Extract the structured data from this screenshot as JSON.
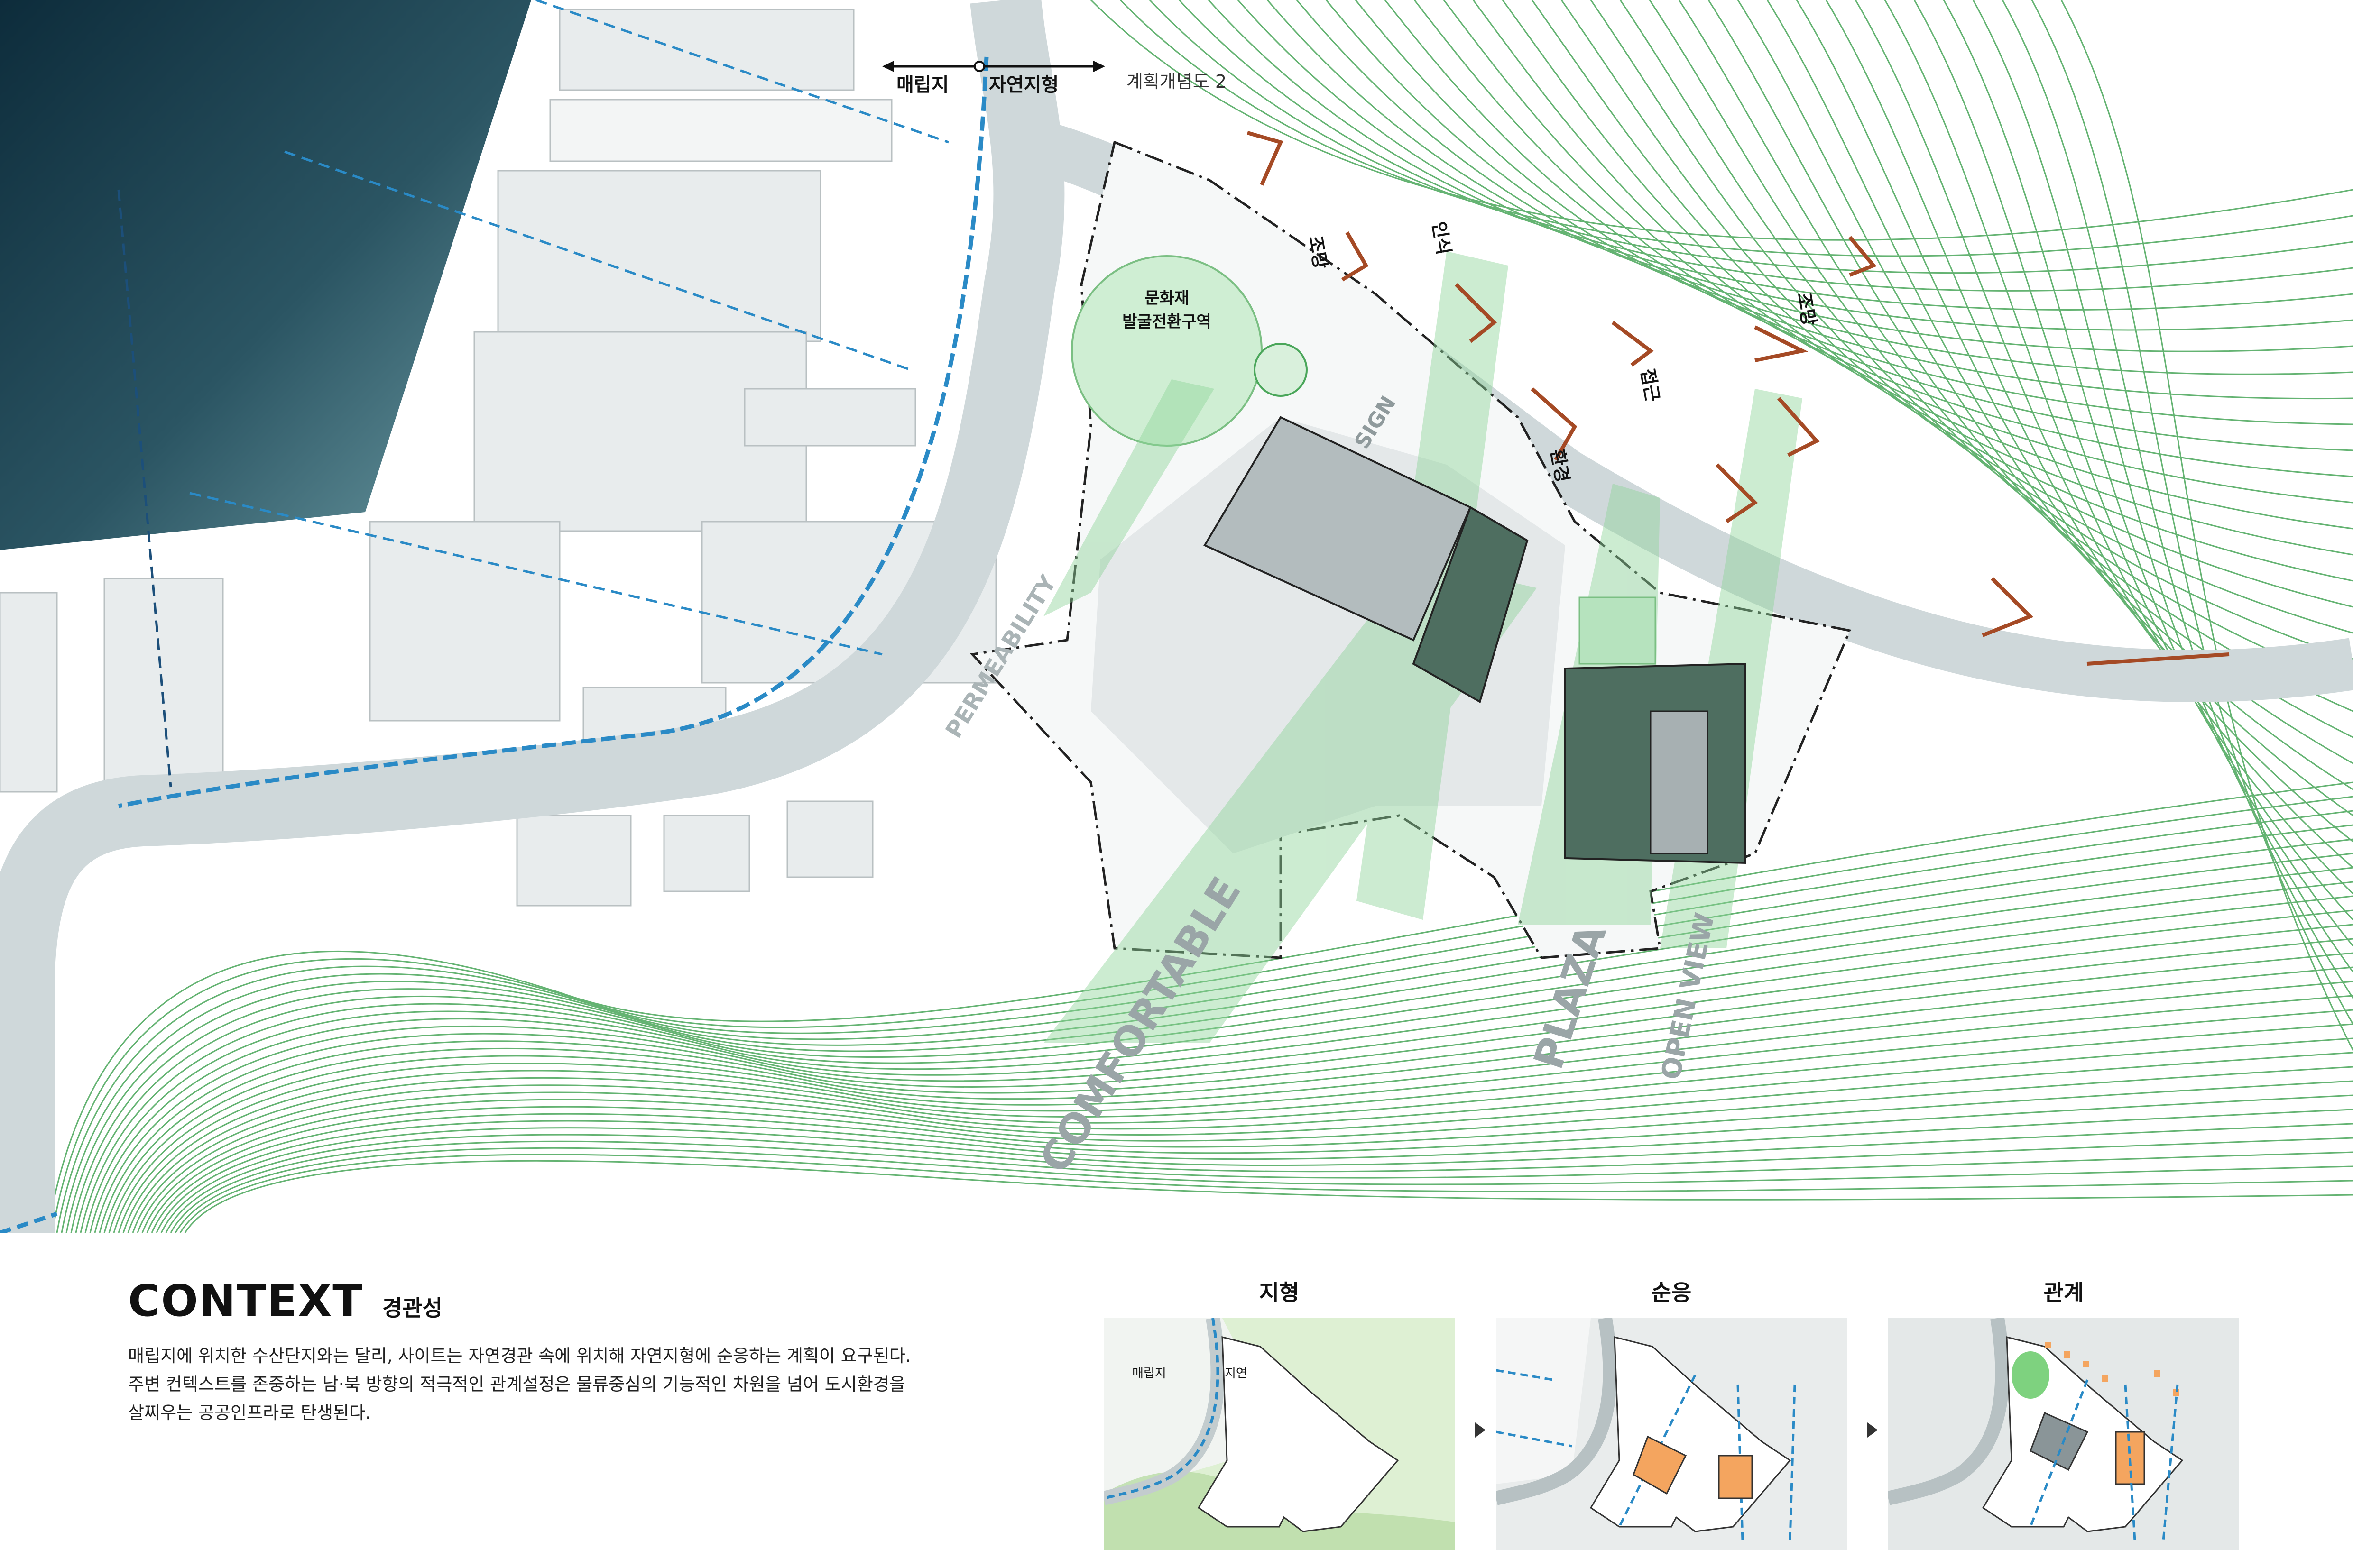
{
  "legend": {
    "left_label": "매립지",
    "right_label": "자연지형",
    "caption": "계획개념도 2"
  },
  "plan_labels": {
    "heritage_zone": [
      "문화재",
      "발굴전환구역"
    ],
    "paths": [
      "PERMEABILITY",
      "SIGN",
      "COMFORTABLE",
      "PLAZA",
      "OPEN VIEW"
    ],
    "korean_keywords": [
      "조망",
      "인식",
      "접근",
      "환경",
      "조망"
    ]
  },
  "context": {
    "title": "CONTEXT",
    "subtitle": "경관성",
    "description": [
      "매립지에 위치한 수산단지와는 달리, 사이트는 자연경관 속에 위치해 자연지형에 순응하는 계획이 요구된다.",
      "주변 컨텍스트를 존중하는 남·북 방향의 적극적인 관계설정은 물류중심의 기능적인 차원을 넘어 도시환경을",
      "살찌우는 공공인프라로 탄생된다."
    ]
  },
  "panels": [
    {
      "title": "지형",
      "labels": [
        "매립지",
        "지연"
      ]
    },
    {
      "title": "순응"
    },
    {
      "title": "관계"
    }
  ],
  "colors": {
    "sea_dark": "#0d2c3b",
    "sea_light": "#5d8e99",
    "road": "#cfd8da",
    "contour": "#4aa65a",
    "corridor": "#8fd49a",
    "building_dark": "#4e6e60",
    "building_grey": "#a7b0b2",
    "accent_blue": "#2a8ac6",
    "house_outline": "#a54a25",
    "orange_volume": "#f4a55f"
  }
}
